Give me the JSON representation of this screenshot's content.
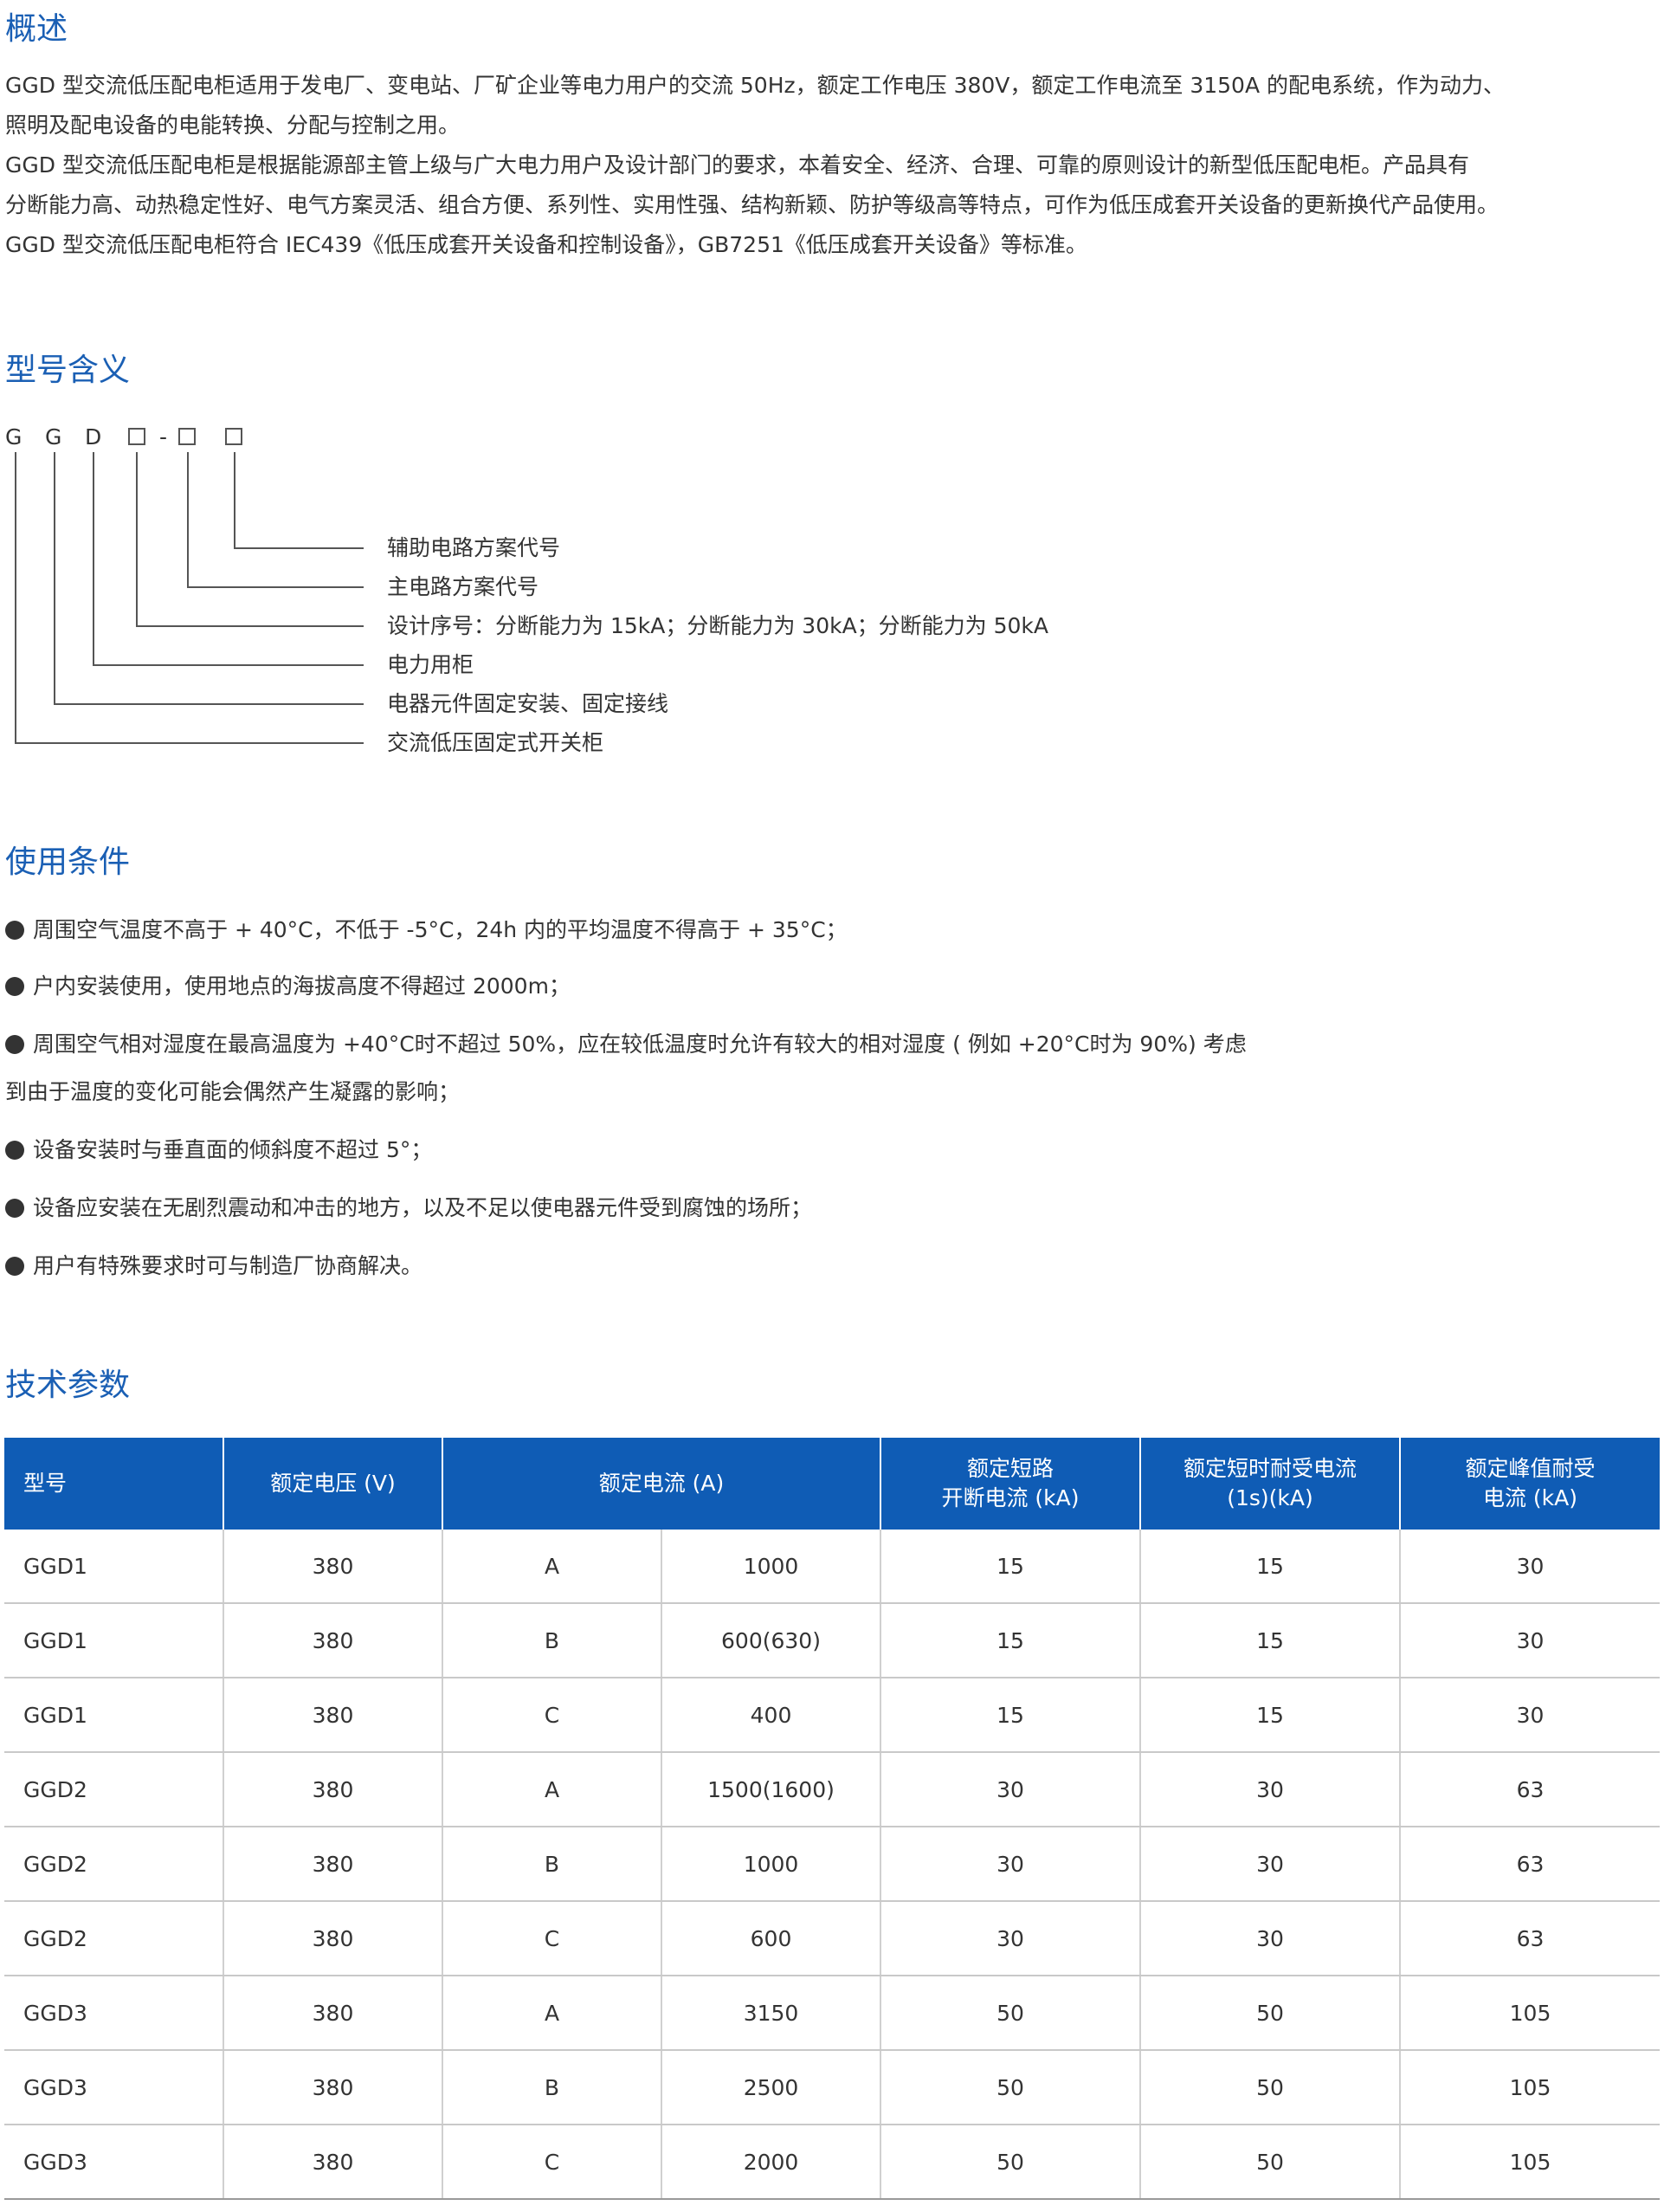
{
  "overview": {
    "title": "概述",
    "lines": [
      "GGD 型交流低压配电柜适用于发电厂、变电站、厂矿企业等电力用户的交流 50Hz，额定工作电压 380V，额定工作电流至 3150A 的配电系统，作为动力、",
      "照明及配电设备的电能转换、分配与控制之用。",
      "GGD 型交流低压配电柜是根据能源部主管上级与广大电力用户及设计部门的要求，本着安全、经济、合理、可靠的原则设计的新型低压配电柜。产品具有",
      "分断能力高、动热稳定性好、电气方案灵活、组合方便、系列性、实用性强、结构新颖、防护等级高等特点，可作为低压成套开关设备的更新换代产品使用。",
      "GGD 型交流低压配电柜符合 IEC439《低压成套开关设备和控制设备》，GB7251《低压成套开关设备》等标准。"
    ]
  },
  "model": {
    "title": "型号含义",
    "code_chars": [
      "G",
      "G",
      "D",
      "-"
    ],
    "labels": [
      "辅助电路方案代号",
      "主电路方案代号",
      "设计序号：分断能力为 15kA；分断能力为 30kA；分断能力为 50kA",
      "电力用柜",
      "电器元件固定安装、固定接线",
      "交流低压固定式开关柜"
    ]
  },
  "conditions": {
    "title": "使用条件",
    "items": [
      "周围空气温度不高于 + 40°C，不低于 -5°C，24h 内的平均温度不得高于 + 35°C；",
      "户内安装使用，使用地点的海拔高度不得超过 2000m；",
      "周围空气相对湿度在最高温度为 +40°C时不超过 50%，应在较低温度时允许有较大的相对湿度 ( 例如 +20°C时为 90%) 考虑",
      "设备安装时与垂直面的倾斜度不超过 5°；",
      "设备应安装在无剧烈震动和冲击的地方，以及不足以使电器元件受到腐蚀的场所；",
      "用户有特殊要求时可与制造厂协商解决。"
    ],
    "continuation": "到由于温度的变化可能会偶然产生凝露的影响；"
  },
  "specs": {
    "title": "技术参数",
    "headers": {
      "model": "型号",
      "voltage": "额定电压 (V)",
      "current": "额定电流 (A)",
      "breaking_1": "额定短路",
      "breaking_2": "开断电流 (kA)",
      "short_1": "额定短时耐受电流",
      "short_2": "(1s)(kA)",
      "peak_1": "额定峰值耐受",
      "peak_2": "电流 (kA)"
    },
    "rows": [
      [
        "GGD1",
        "380",
        "A",
        "1000",
        "15",
        "15",
        "30"
      ],
      [
        "GGD1",
        "380",
        "B",
        "600(630)",
        "15",
        "15",
        "30"
      ],
      [
        "GGD1",
        "380",
        "C",
        "400",
        "15",
        "15",
        "30"
      ],
      [
        "GGD2",
        "380",
        "A",
        "1500(1600)",
        "30",
        "30",
        "63"
      ],
      [
        "GGD2",
        "380",
        "B",
        "1000",
        "30",
        "30",
        "63"
      ],
      [
        "GGD2",
        "380",
        "C",
        "600",
        "30",
        "30",
        "63"
      ],
      [
        "GGD3",
        "380",
        "A",
        "3150",
        "50",
        "50",
        "105"
      ],
      [
        "GGD3",
        "380",
        "B",
        "2500",
        "50",
        "50",
        "105"
      ],
      [
        "GGD3",
        "380",
        "C",
        "2000",
        "50",
        "50",
        "105"
      ]
    ]
  },
  "colors": {
    "heading": "#1a5fb4",
    "table_header_bg": "#0f5cb5",
    "text": "#333333"
  }
}
